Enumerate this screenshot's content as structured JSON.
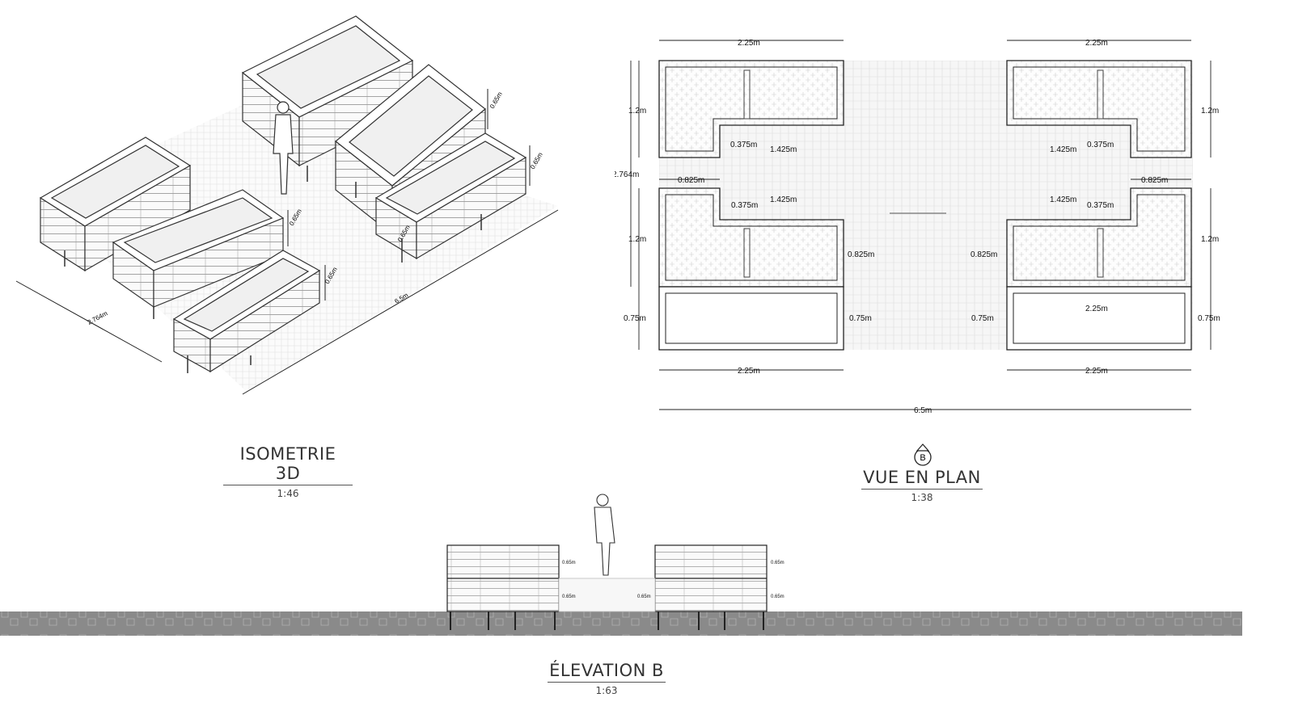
{
  "drawing": {
    "accent": "#2b2b2b",
    "ground_color": "#8a8a8a",
    "isometric": {
      "title": "ISOMETRIE 3D",
      "scale": "1:46",
      "dims": {
        "height_a": "0.65m",
        "height_b": "0.65m",
        "height_c": "0.65m",
        "height_d": "0.65m",
        "height_e": "0.65m",
        "depth": "2.764m",
        "length": "6.5m"
      }
    },
    "plan": {
      "title": "VUE EN PLAN",
      "scale": "1:38",
      "section_marker": "B",
      "dims": {
        "top_left_width": "2.25m",
        "top_right_width": "2.25m",
        "left_h1": "1.2m",
        "right_h1": "1.2m",
        "total_depth": "2.764m",
        "tl_notch": "0.375m",
        "tl_inner": "1.425m",
        "tr_inner": "1.425m",
        "tr_notch": "0.375m",
        "ml_gap": "0.825m",
        "mr_gap": "0.825m",
        "bl_notch": "0.375m",
        "bl_inner": "1.425m",
        "br_inner": "1.425m",
        "br_notch": "0.375m",
        "left_h2": "1.2m",
        "right_h2": "1.2m",
        "center_left": "0.825m",
        "center_right": "0.825m",
        "left_h3": "0.75m",
        "inner_left_h3": "0.75m",
        "inner_right_h3": "0.75m",
        "right_h3": "0.75m",
        "br_box_width": "2.25m",
        "bottom_left_width": "2.25m",
        "bottom_right_width": "2.25m",
        "overall": "6.5m"
      }
    },
    "elevation": {
      "title": "ÉLEVATION B",
      "scale": "1:63",
      "dims": {
        "l_top": "0.65m",
        "l_bot": "0.65m",
        "m_bot": "0.65m",
        "r_top": "0.65m",
        "r_bot": "0.65m"
      }
    }
  }
}
